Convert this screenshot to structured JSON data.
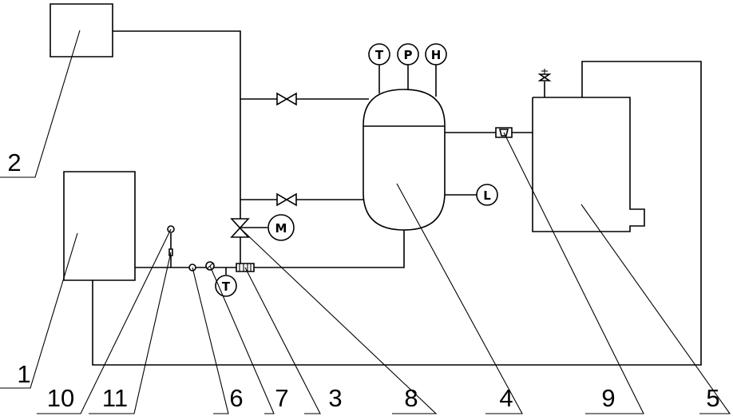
{
  "labels": {
    "l1": "1",
    "l2": "2",
    "l3": "3",
    "l4": "4",
    "l5": "5",
    "l6": "6",
    "l7": "7",
    "l8": "8",
    "l9": "9",
    "l10": "10",
    "l11": "11"
  },
  "gauges": {
    "top_t": "T",
    "top_p": "P",
    "top_h": "H",
    "side_l": "L",
    "pipe_t": "T",
    "motor_m": "M"
  }
}
